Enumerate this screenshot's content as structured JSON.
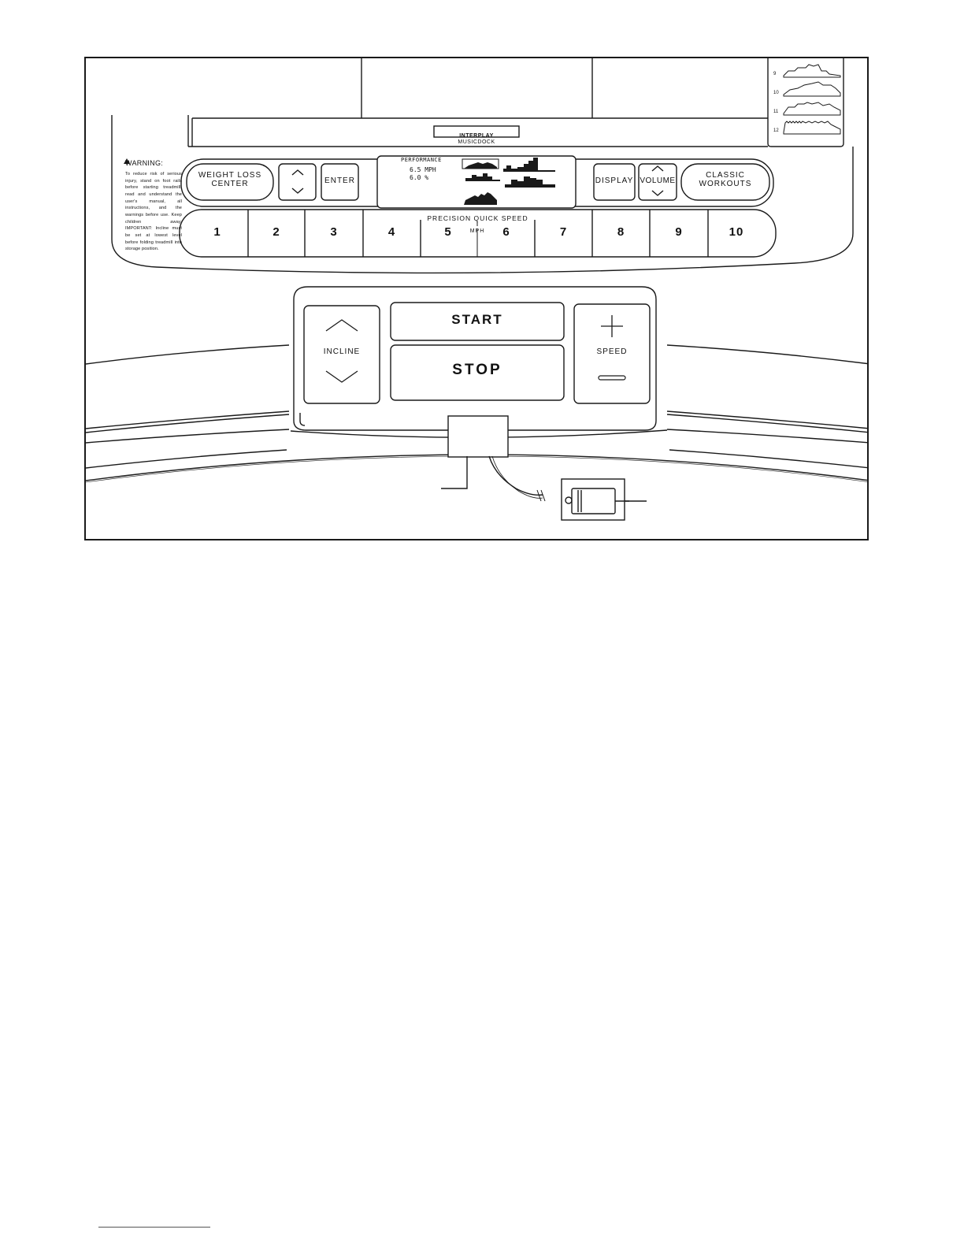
{
  "brand": {
    "name": "INTERPLAY",
    "suffix": "MUSICDOCK"
  },
  "warning": {
    "title": "WARNING:",
    "body": "To reduce risk of serious injury, stand on foot rails before starting treadmill, read and understand the user's manual, all instructions, and the warnings before use. Keep children away. IMPORTANT: Incline must be set at lowest level before folding treadmill into storage position."
  },
  "buttons": {
    "weight_loss": "WEIGHT LOSS\nCENTER",
    "enter": "ENTER",
    "display": "DISPLAY",
    "volume": "VOLUME",
    "classic": "CLASSIC\nWORKOUTS",
    "start": "START",
    "stop": "STOP",
    "incline": "INCLINE",
    "speed": "SPEED"
  },
  "lcd": {
    "title": "PERFORMANCE",
    "line1": "6.5 MPH",
    "line2": "6.0 %"
  },
  "quick_speed": {
    "label": "PRECISION QUICK SPEED",
    "unit": "MPH",
    "keys": [
      "1",
      "2",
      "3",
      "4",
      "5",
      "6",
      "7",
      "8",
      "9",
      "10"
    ]
  },
  "workout_programs": [
    "9",
    "10",
    "11",
    "12"
  ],
  "icons": {
    "up": "chevron-up-icon",
    "down": "chevron-down-icon",
    "plus": "plus-icon",
    "minus": "minus-icon",
    "warning": "warning-triangle-icon",
    "key": "safety-key-icon"
  }
}
